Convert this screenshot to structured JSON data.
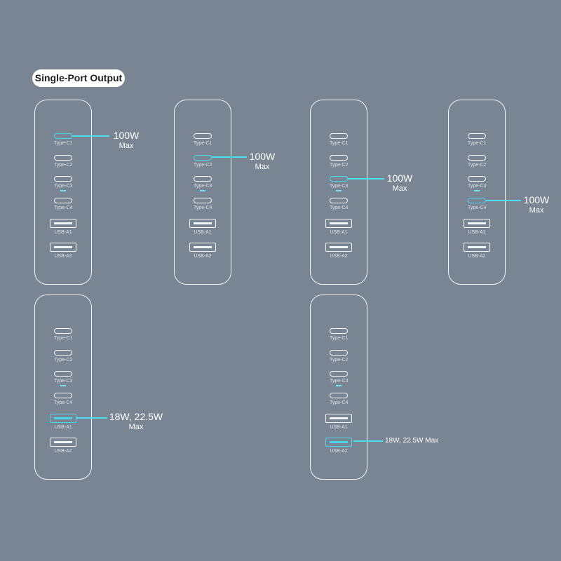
{
  "header": {
    "title": "Single-Port Output"
  },
  "port_labels": {
    "c1": "Type-C1",
    "c2": "Type-C2",
    "c3": "Type-C3",
    "c4": "Type-C4",
    "a1": "USB-A1",
    "a2": "USB-A2"
  },
  "colors": {
    "background": "#7a8594",
    "highlight": "#48d6e8",
    "outline": "#f2f4f6",
    "badge": "#ffffff"
  },
  "chargers": [
    {
      "active_port": "Type-C1",
      "callout": {
        "watt": "100W",
        "sub": "Max"
      }
    },
    {
      "active_port": "Type-C2",
      "callout": {
        "watt": "100W",
        "sub": "Max"
      }
    },
    {
      "active_port": "Type-C3",
      "callout": {
        "watt": "100W",
        "sub": "Max"
      }
    },
    {
      "active_port": "Type-C4",
      "callout": {
        "watt": "100W",
        "sub": "Max"
      }
    },
    {
      "active_port": "USB-A1",
      "callout": {
        "watt": "18W, 22.5W",
        "sub": "Max"
      }
    },
    {
      "active_port": "USB-A2",
      "callout": {
        "text": "18W, 22.5W Max"
      }
    }
  ]
}
